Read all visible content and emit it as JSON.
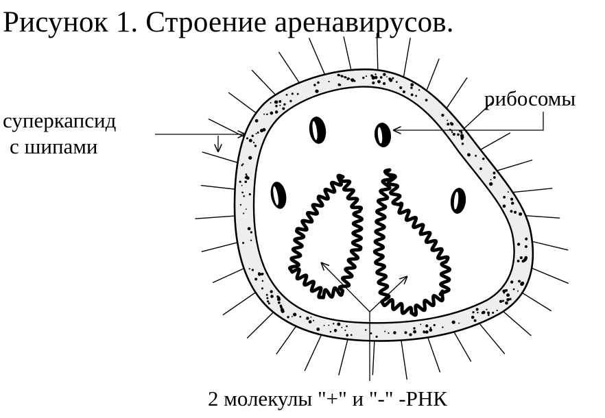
{
  "title": "Рисунок 1. Строение аренавирусов.",
  "labels": {
    "superkapsid_line1": "суперкапсид",
    "superkapsid_line2": "с шипами",
    "ribosomes": "рибосомы",
    "rna": "2 молекулы \"+\" и \"-\" -РНК"
  },
  "colors": {
    "ink": "#000000",
    "envelope_fill": "#eeeeee",
    "background": "#ffffff"
  },
  "counts": {
    "ribosomes": 4,
    "rna_molecules": 2
  }
}
